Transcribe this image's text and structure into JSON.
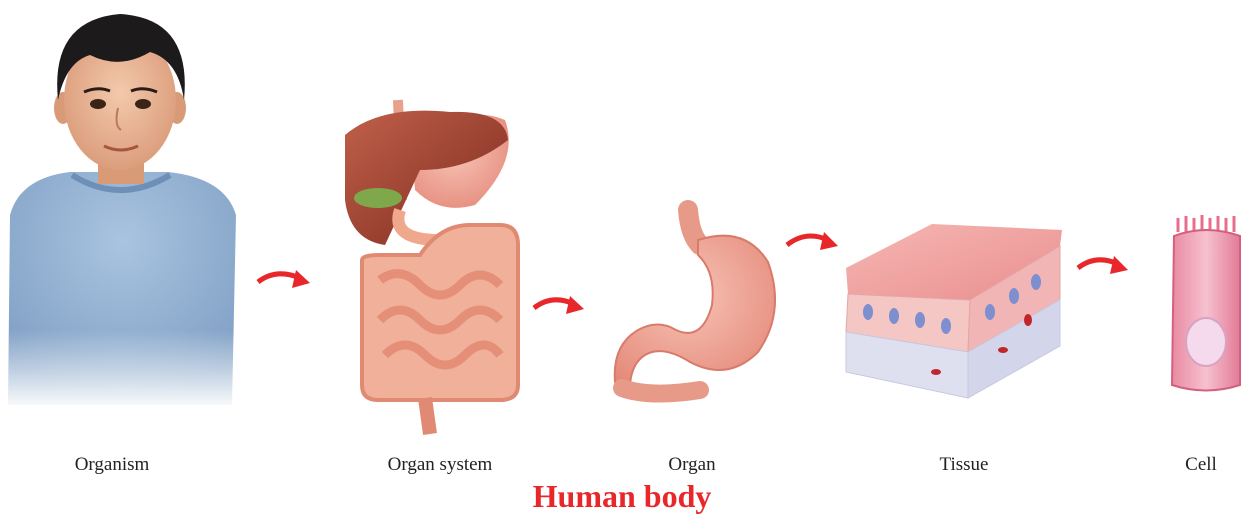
{
  "title": "Human body",
  "levels": [
    {
      "label": "Organism"
    },
    {
      "label": "Organ system"
    },
    {
      "label": "Organ"
    },
    {
      "label": "Tissue"
    },
    {
      "label": "Cell"
    }
  ],
  "colors": {
    "arrow": "#e8272b",
    "title": "#e8272b",
    "skin": "#e9b797",
    "shirt": "#8fb0d3",
    "hair": "#1d1a1c",
    "liver": "#9b3a2a",
    "stomach": "#ee9a8c",
    "intestine": "#f0a88c",
    "gallbladder": "#7ea84a",
    "cell_pink": "#f2a2b4",
    "nucleus": "#7d8fcf"
  },
  "icons": [
    "organism-illustration",
    "organ-system-illustration",
    "stomach-illustration",
    "tissue-illustration",
    "cell-illustration",
    "arrow-icon"
  ]
}
